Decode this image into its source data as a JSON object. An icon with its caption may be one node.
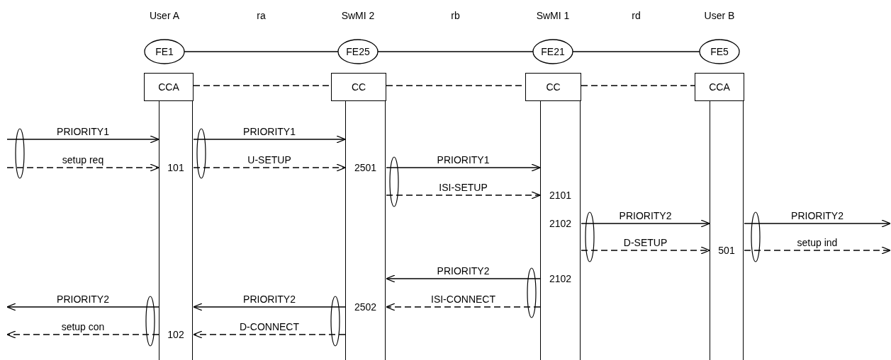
{
  "diagram": {
    "nodes": [
      {
        "text": [
          "User A",
          "FE1"
        ]
      },
      {
        "text": [
          "SwMI 2",
          "FE25"
        ]
      },
      {
        "text": [
          "SwMI 1",
          "FE21"
        ]
      },
      {
        "text": [
          "User B",
          "FE5"
        ]
      },
      {
        "text": [
          "CCA"
        ]
      },
      {
        "text": [
          "CC"
        ]
      },
      {
        "text": [
          "CC"
        ]
      },
      {
        "text": [
          "CCA"
        ]
      },
      {
        "text": [
          "101",
          "102"
        ]
      },
      {
        "text": [
          "2501",
          "2502"
        ]
      },
      {
        "text": [
          "2101",
          "2102",
          "2102"
        ]
      },
      {
        "text": [
          "501"
        ]
      }
    ],
    "edges": [
      {
        "from": 0,
        "to": 1,
        "arrow": "none",
        "label": "ra"
      },
      {
        "from": 1,
        "to": 2,
        "arrow": "none",
        "label": "rb"
      },
      {
        "from": 2,
        "to": 3,
        "arrow": "none",
        "label": "rd"
      },
      {
        "from": 4,
        "to": 5,
        "arrow": "none",
        "style": "dashed"
      },
      {
        "from": 5,
        "to": 6,
        "arrow": "none",
        "style": "dashed"
      },
      {
        "from": 6,
        "to": 7,
        "arrow": "none",
        "style": "dashed"
      },
      {
        "from": null,
        "to": 8,
        "arrow": "to",
        "label": "PRIORITY1"
      },
      {
        "from": null,
        "to": 8,
        "arrow": "to",
        "label": "setup req",
        "style": "dashed"
      },
      {
        "from": 8,
        "to": 9,
        "arrow": "to",
        "label": "PRIORITY1"
      },
      {
        "from": 8,
        "to": 9,
        "arrow": "to",
        "label": "U-SETUP",
        "style": "dashed"
      },
      {
        "from": 9,
        "to": 10,
        "arrow": "to",
        "label": "PRIORITY1"
      },
      {
        "from": 9,
        "to": 10,
        "arrow": "to",
        "label": "ISI-SETUP",
        "style": "dashed"
      },
      {
        "from": 10,
        "to": 11,
        "arrow": "to",
        "label": "PRIORITY2"
      },
      {
        "from": 10,
        "to": 11,
        "arrow": "to",
        "label": "D-SETUP",
        "style": "dashed"
      },
      {
        "from": 11,
        "to": null,
        "arrow": "to",
        "label": "PRIORITY2"
      },
      {
        "from": 11,
        "to": null,
        "arrow": "to",
        "label": "setup ind",
        "style": "dashed"
      },
      {
        "from": 10,
        "to": 9,
        "arrow": "to",
        "label": "PRIORITY2"
      },
      {
        "from": 10,
        "to": 9,
        "arrow": "to",
        "label": "ISI-CONNECT",
        "style": "dashed"
      },
      {
        "from": 9,
        "to": 8,
        "arrow": "to",
        "label": "PRIORITY2"
      },
      {
        "from": 9,
        "to": 8,
        "arrow": "to",
        "label": "D-CONNECT",
        "style": "dashed"
      },
      {
        "from": 8,
        "to": null,
        "arrow": "to",
        "label": "PRIORITY2"
      },
      {
        "from": 8,
        "to": null,
        "arrow": "to",
        "label": "setup con",
        "style": "dashed"
      }
    ]
  }
}
